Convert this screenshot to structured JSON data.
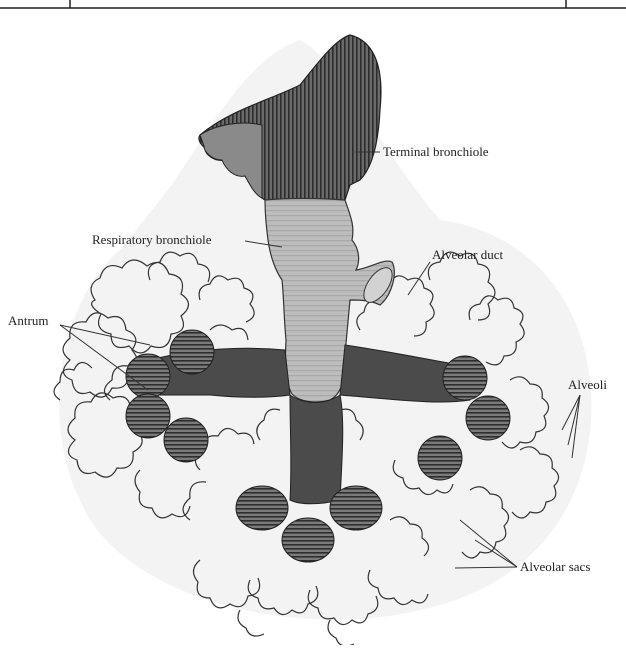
{
  "diagram": {
    "labels": {
      "terminal_bronchiole": "Terminal bronchiole",
      "respiratory_bronchiole": "Respiratory bronchiole",
      "alveolar_duct": "Alveolar duct",
      "antrum": "Antrum",
      "alveoli": "Alveoli",
      "alveolar_sacs": "Alveolar sacs"
    },
    "colors": {
      "line": "#2a2a2a",
      "terminal_fill": "#4a4a4a",
      "respiratory_fill": "#b9b9b9",
      "duct_fill": "#5a5a5a",
      "sac_fill": "#6a6a6a",
      "alveoli_stroke": "#333333"
    }
  }
}
